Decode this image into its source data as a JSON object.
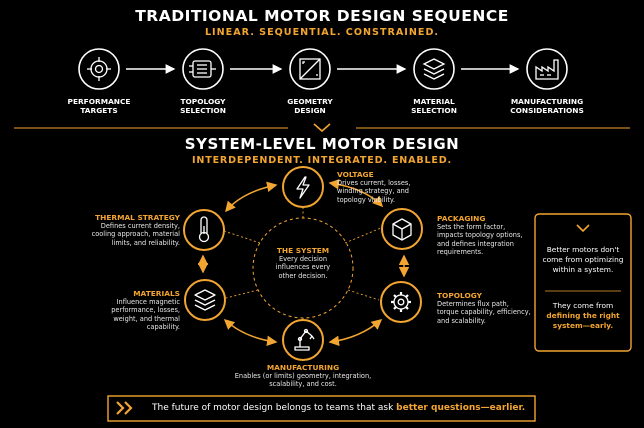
{
  "traditional": {
    "title": "TRADITIONAL MOTOR DESIGN SEQUENCE",
    "subtitle": "LINEAR. SEQUENTIAL. CONSTRAINED.",
    "steps": [
      {
        "line1": "PERFORMANCE",
        "line2": "TARGETS",
        "icon": "crosshair-icon"
      },
      {
        "line1": "TOPOLOGY",
        "line2": "SELECTION",
        "icon": "motor-icon"
      },
      {
        "line1": "GEOMETRY",
        "line2": "DESIGN",
        "icon": "geometry-icon"
      },
      {
        "line1": "MATERIAL",
        "line2": "SELECTION",
        "icon": "layers-icon"
      },
      {
        "line1": "MANUFACTURING",
        "line2": "CONSIDERATIONS",
        "icon": "factory-icon"
      }
    ]
  },
  "system": {
    "title": "SYSTEM-LEVEL MOTOR DESIGN",
    "subtitle": "INTERDEPENDENT. INTEGRATED. ENABLED.",
    "center": {
      "title": "THE SYSTEM",
      "l1": "Every decision",
      "l2": "influences every",
      "l3": "other decision."
    },
    "voltage": {
      "title": "VOLTAGE",
      "l1": "Drives current, losses,",
      "l2": "winding strategy, and",
      "l3": "topology viability."
    },
    "packaging": {
      "title": "PACKAGING",
      "l1": "Sets the form factor,",
      "l2": "impacts topology options,",
      "l3": "and defines integration",
      "l4": "requirements."
    },
    "topology": {
      "title": "TOPOLOGY",
      "l1": "Determines flux path,",
      "l2": "torque capability, efficiency,",
      "l3": "and scalability."
    },
    "manufacturing": {
      "title": "MANUFACTURING",
      "l1": "Enables (or limits) geometry, integration,",
      "l2": "scalability, and cost."
    },
    "materials": {
      "title": "MATERIALS",
      "l1": "Influence magnetic",
      "l2": "performance, losses,",
      "l3": "weight, and thermal",
      "l4": "capability."
    },
    "thermal": {
      "title": "THERMAL STRATEGY",
      "l1": "Defines current density,",
      "l2": "cooling approach, material",
      "l3": "limits, and reliability."
    }
  },
  "sidebox": {
    "t1": "Better motors don't",
    "t2": "come from optimizing",
    "t3": "within a system.",
    "t4": "They come from",
    "t5": "defining the right",
    "t6": "system—early."
  },
  "banner": {
    "text": "The future of motor design belongs to teams that ask ",
    "highlight": "better questions—earlier."
  },
  "colors": {
    "accent": "#F2A531",
    "background": "#000000",
    "text": "#FFFFFF"
  }
}
